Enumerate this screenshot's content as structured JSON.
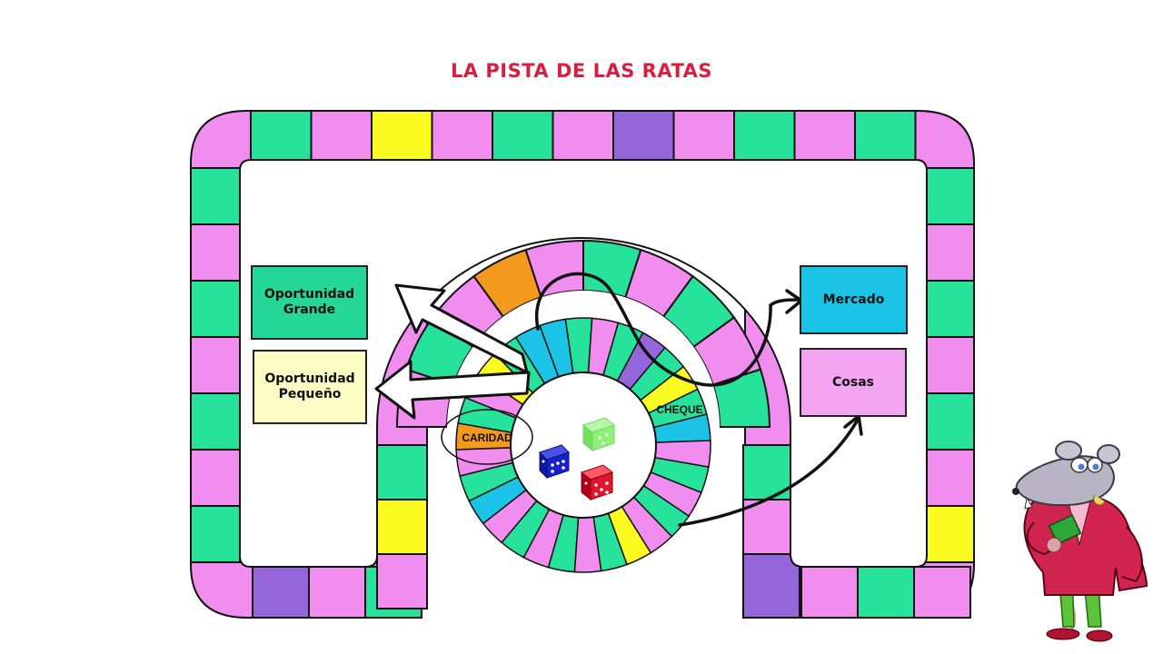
{
  "title": "LA PISTA DE LAS RATAS",
  "cards": {
    "big_opportunity": "Oportunidad\nGrande",
    "small_opportunity": "Oportunidad\nPequeño",
    "market": "Mercado",
    "stuff": "Cosas"
  },
  "inner_track_labels": {
    "charity": "CARIDAD",
    "paycheck": "CHEQUE"
  },
  "dice": [
    {
      "color": "blue",
      "hex": "#1822c8"
    },
    {
      "color": "green",
      "hex": "#8ef27a"
    },
    {
      "color": "red",
      "hex": "#e0142a"
    }
  ],
  "colors": {
    "pink": "#f28df0",
    "green": "#26e29a",
    "yellow": "#fbfb22",
    "purple": "#9466d9",
    "cyan": "#1bc4e6",
    "orange": "#f3991e",
    "title_red": "#d81f3f"
  },
  "mascot": "rat-mascot"
}
